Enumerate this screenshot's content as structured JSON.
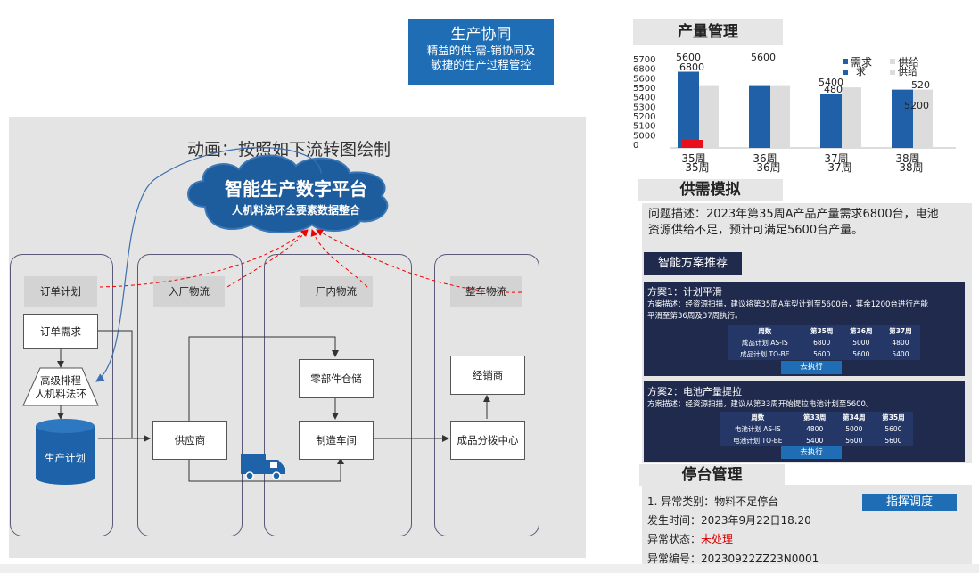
{
  "header": {
    "title": "生产协同",
    "subtitle_line1": "精益的供-需-销协同及",
    "subtitle_line2": "敏捷的生产过程管控"
  },
  "flow": {
    "title": "动画：按照如下流转图绘制",
    "cloud_title": "智能生产数字平台",
    "cloud_subtitle": "人机料法环全要素数据整合",
    "columns": [
      "订单计划",
      "入厂物流",
      "厂内物流",
      "整车物流"
    ],
    "nodes": {
      "order_demand": "订单需求",
      "advanced_scheduling": "高级排程\n人机料法环",
      "production_plan": "生产计划",
      "supplier": "供应商",
      "parts_warehouse": "零部件仓储",
      "manufacturing_shop": "制造车间",
      "dealer": "经销商",
      "distribution_center": "成品分拨中心"
    },
    "icons": {
      "truck": "truck-icon",
      "cloud": "cloud-icon",
      "database": "database-icon"
    }
  },
  "output_management": {
    "title": "产量管理",
    "legend": {
      "demand": "需求",
      "supply": "供给"
    },
    "colors": {
      "demand": "#2060a8",
      "supply": "#dcdcdc",
      "shortfall": "#e8101a"
    }
  },
  "chart_data": {
    "type": "bar",
    "categories": [
      "35周",
      "36周",
      "37周",
      "38周"
    ],
    "series": [
      {
        "name": "需求",
        "values": [
          6800,
          5600,
          4800,
          5200
        ]
      },
      {
        "name": "供给",
        "values": [
          5600,
          5600,
          5400,
          5200
        ]
      }
    ],
    "data_labels": [
      "5600",
      "6800",
      "5600",
      "5400",
      "480",
      "520",
      "5200"
    ],
    "y_ticks": [
      "5700",
      "6800",
      "5600",
      "5500",
      "5400",
      "5300",
      "5200",
      "5100",
      "5000",
      "0"
    ],
    "xlabel": "",
    "ylabel": "",
    "ylim": [
      0,
      7000
    ],
    "legend_position": "top-right"
  },
  "supply_sim": {
    "title": "供需模拟",
    "problem_line1": "问题描述：2023年第35周A产品产量需求6800台，电池",
    "problem_line2": "资源供给不足，预计可满足5600台产量。",
    "recommend_title": "智能方案推荐",
    "options": [
      {
        "title": "方案1：计划平滑",
        "desc_line1": "方案描述：经资源扫描，建议将第35周A车型计划至5600台，其余1200台进行产能",
        "desc_line2": "平滑至第36周及37周执行。",
        "headers": [
          "周数",
          "第35周",
          "第36周",
          "第37周"
        ],
        "rows": [
          [
            "成品计划 AS-IS",
            "6800",
            "5000",
            "4800"
          ],
          [
            "成品计划 TO-BE",
            "5600",
            "5600",
            "5400"
          ]
        ],
        "button": "去执行"
      },
      {
        "title": "方案2：电池产量提拉",
        "desc_line1": "方案描述：经资源扫描，建议从第33周开始提拉电池计划至5600。",
        "headers": [
          "周数",
          "第33周",
          "第34周",
          "第35周"
        ],
        "rows": [
          [
            "电池计划 AS-IS",
            "4800",
            "5000",
            "5600"
          ],
          [
            "电池计划 TO-BE",
            "5400",
            "5600",
            "5600"
          ]
        ],
        "button": "去执行"
      }
    ]
  },
  "stop_mgmt": {
    "title": "停台管理",
    "category": "1. 异常类别：物料不足停台",
    "time": "发生时间：2023年9月22日18.20",
    "status_label": "异常状态：",
    "status_value": "未处理",
    "status_color": "#e00000",
    "code": "异常编号：20230922ZZ23N0001",
    "dispatch_button": "指挥调度"
  }
}
